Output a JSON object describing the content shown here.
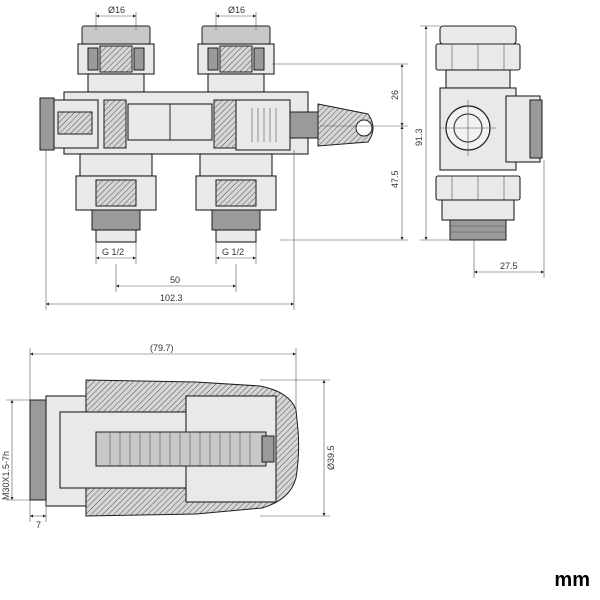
{
  "diagram": {
    "unit_label": "mm",
    "colors": {
      "line": "#2a2a2a",
      "part_fill": "#e9e9e9",
      "dark_fill": "#9a9a9a"
    },
    "front_view": {
      "dims": {
        "pipe_left": "Ø16",
        "pipe_right": "Ø16",
        "thread_left": "G 1/2",
        "thread_right": "G 1/2",
        "center_spacing": "50",
        "overall_width": "102.3",
        "upper_height": "26",
        "lower_height": "47.5"
      }
    },
    "side_view": {
      "dims": {
        "total_height": "91.3",
        "base_width": "27.5"
      }
    },
    "head_view": {
      "dims": {
        "length": "(79.7)",
        "diameter": "Ø39.5",
        "thread": "M30X1.5-7h",
        "offset": "7"
      }
    }
  }
}
